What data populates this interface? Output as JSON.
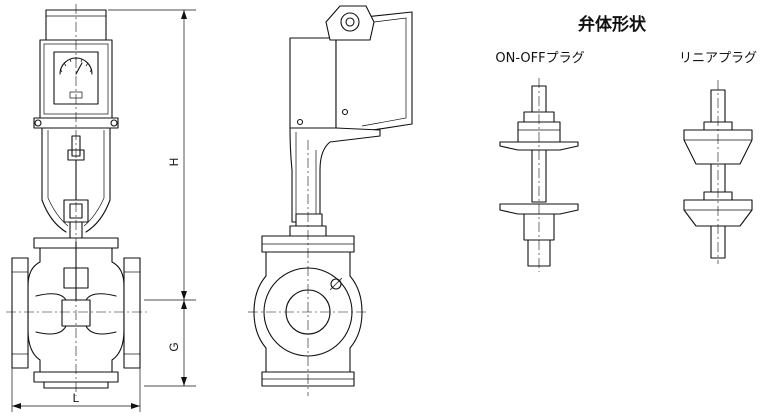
{
  "section_title": "弁体形状",
  "plug_types": [
    {
      "label": "ON-OFFプラグ"
    },
    {
      "label": "リニアプラグ"
    }
  ],
  "dimensions": {
    "height": "H",
    "body_height": "G",
    "length": "L"
  }
}
